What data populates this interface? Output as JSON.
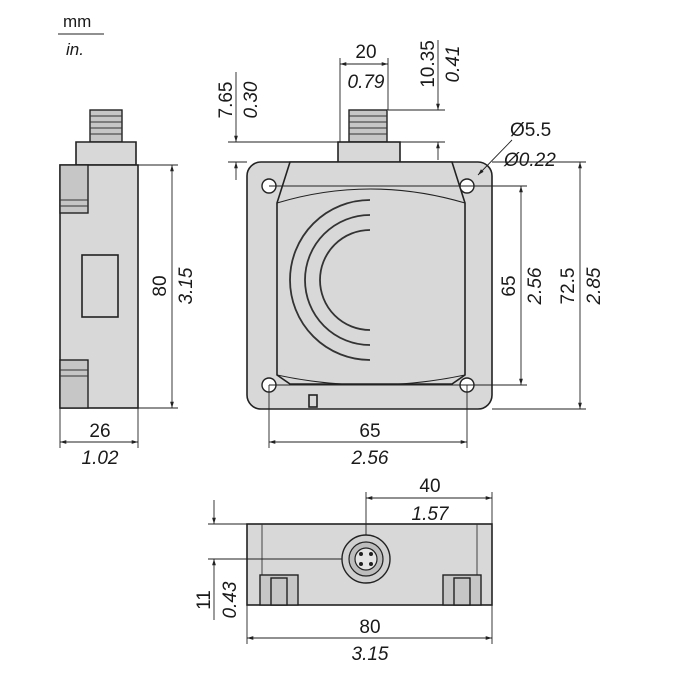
{
  "units": {
    "metric": "mm",
    "imperial": "in."
  },
  "side_view": {
    "width": {
      "mm": "26",
      "in": "1.02"
    },
    "height": {
      "mm": "80",
      "in": "3.15"
    }
  },
  "front_view": {
    "connector_width": {
      "mm": "20",
      "in": "0.79"
    },
    "connector_height": {
      "mm": "10.35",
      "in": "0.41"
    },
    "top_offset": {
      "mm": "7.65",
      "in": "0.30"
    },
    "hole_diameter": {
      "mm": "Ø5.5",
      "in": "Ø0.22"
    },
    "hole_spacing_vertical": {
      "mm": "65",
      "in": "2.56"
    },
    "overall_height": {
      "mm": "72.5",
      "in": "2.85"
    },
    "hole_spacing_horizontal": {
      "mm": "65",
      "in": "2.56"
    }
  },
  "bottom_view": {
    "connector_offset": {
      "mm": "40",
      "in": "1.57"
    },
    "depth": {
      "mm": "11",
      "in": "0.43"
    },
    "length": {
      "mm": "80",
      "in": "3.15"
    }
  }
}
